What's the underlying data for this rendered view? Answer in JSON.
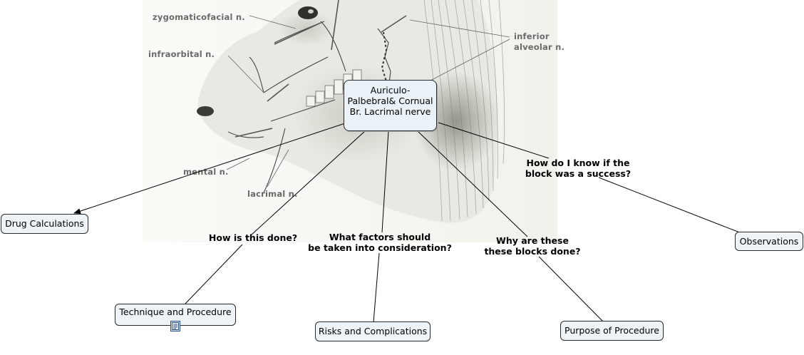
{
  "illustration": {
    "labels": {
      "zygomaticofacial": "zygomaticofacial n.",
      "infraorbital": "infraorbital n.",
      "inferior_alveolar_1": "inferior",
      "inferior_alveolar_2": "alveolar n.",
      "mental": "mental n.",
      "lacrimal": "lacrimal n."
    }
  },
  "center_node": {
    "line1": "Auriculo-",
    "line2": "Palbebral& Cornual",
    "line3": "Br. Lacrimal nerve"
  },
  "nodes": {
    "drug_calculations": "Drug Calculations",
    "technique": "Technique and Procedure",
    "risks": "Risks and Complications",
    "purpose": "Purpose of Procedure",
    "observations": "Observations"
  },
  "link_labels": {
    "how_done": "How is this done?",
    "factors_1": "What factors should",
    "factors_2": "be taken into consideration?",
    "why_1": "Why are these",
    "why_2": "these blocks done?",
    "success_1": "How do I know if the",
    "success_2": "block was a success?"
  },
  "icons": {
    "resource": "document-icon"
  },
  "colors": {
    "node_fill": "#eef3f7",
    "node_border": "#2b2b2b",
    "connector": "#000000",
    "icon_border": "#2b4f8a"
  }
}
